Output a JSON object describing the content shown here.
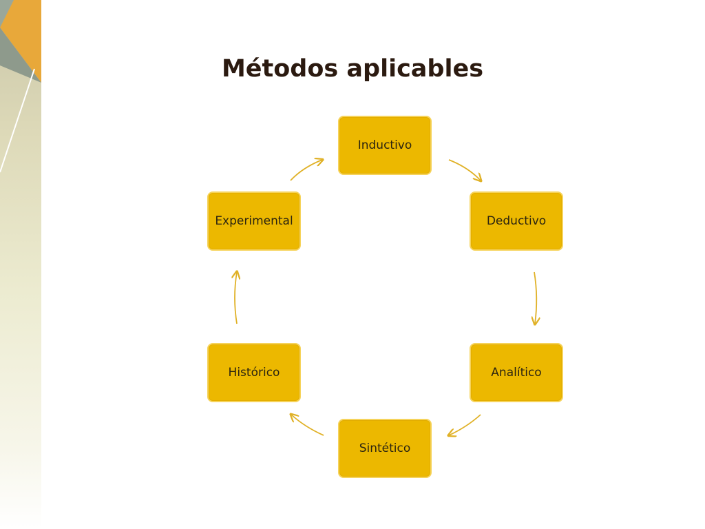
{
  "slide": {
    "title": "Métodos aplicables"
  },
  "cycle": {
    "nodes": [
      {
        "label": "Inductivo"
      },
      {
        "label": "Deductivo"
      },
      {
        "label": "Analítico"
      },
      {
        "label": "Sintético"
      },
      {
        "label": "Histórico"
      },
      {
        "label": "Experimental"
      }
    ],
    "colors": {
      "node_fill": "#ecb800",
      "node_border": "#f6d35a",
      "arrow": "#e0b126"
    }
  },
  "decoration": {
    "colors": {
      "strip_orange": "#e8a83a",
      "strip_gray": "#8e9a8c",
      "strip_cream": "#ecebd0"
    }
  }
}
